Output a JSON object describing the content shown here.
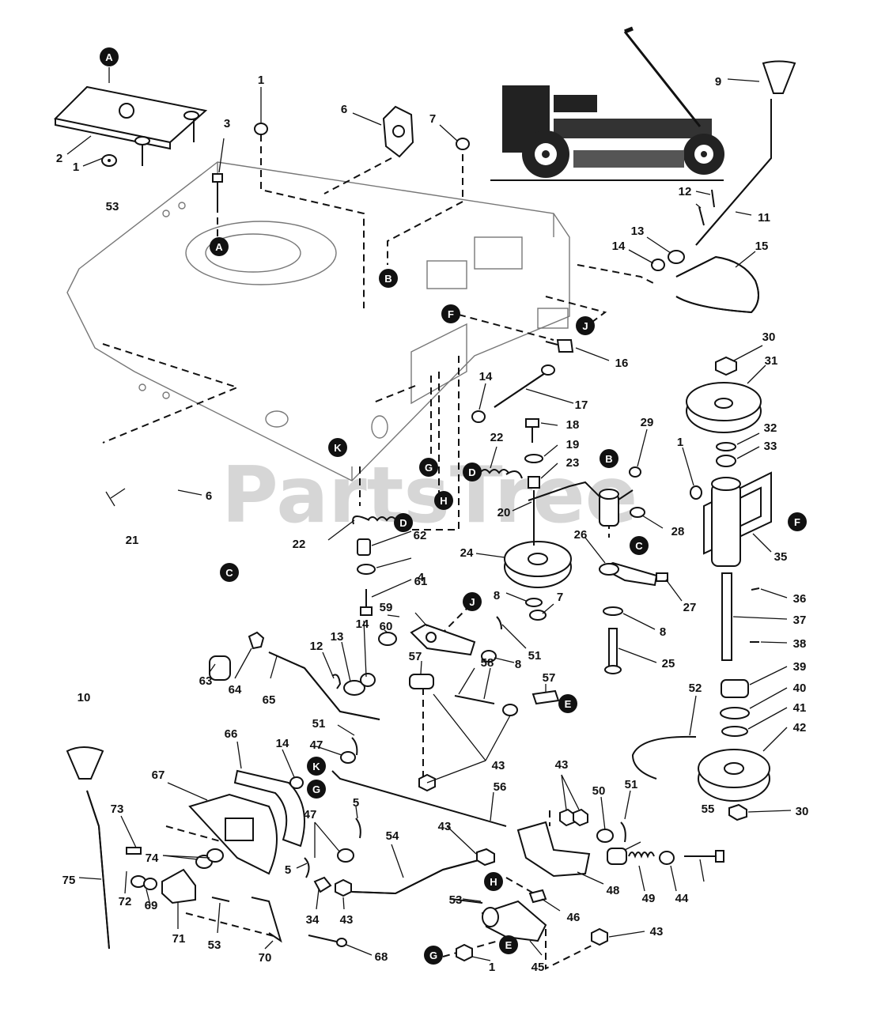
{
  "watermark": "PartsTree",
  "callouts": [
    {
      "id": "A1",
      "label": "A"
    },
    {
      "id": "A2",
      "label": "A"
    },
    {
      "id": "B1",
      "label": "B"
    },
    {
      "id": "B2",
      "label": "B"
    },
    {
      "id": "C1",
      "label": "C"
    },
    {
      "id": "C2",
      "label": "C"
    },
    {
      "id": "D1",
      "label": "D"
    },
    {
      "id": "D2",
      "label": "D"
    },
    {
      "id": "E1",
      "label": "E"
    },
    {
      "id": "E2",
      "label": "E"
    },
    {
      "id": "F1",
      "label": "F"
    },
    {
      "id": "F2",
      "label": "F"
    },
    {
      "id": "G1",
      "label": "G"
    },
    {
      "id": "G2",
      "label": "G"
    },
    {
      "id": "G3",
      "label": "G"
    },
    {
      "id": "H1",
      "label": "H"
    },
    {
      "id": "H2",
      "label": "H"
    },
    {
      "id": "J1",
      "label": "J"
    },
    {
      "id": "J2",
      "label": "J"
    },
    {
      "id": "K1",
      "label": "K"
    },
    {
      "id": "K2",
      "label": "K"
    }
  ],
  "part_numbers": [
    {
      "id": "p1a",
      "label": "1"
    },
    {
      "id": "p1b",
      "label": "1"
    },
    {
      "id": "p1c",
      "label": "1"
    },
    {
      "id": "p1d",
      "label": "1"
    },
    {
      "id": "p2",
      "label": "2"
    },
    {
      "id": "p3",
      "label": "3"
    },
    {
      "id": "p4",
      "label": "4"
    },
    {
      "id": "p5a",
      "label": "5"
    },
    {
      "id": "p5b",
      "label": "5"
    },
    {
      "id": "p6a",
      "label": "6"
    },
    {
      "id": "p6b",
      "label": "6"
    },
    {
      "id": "p7a",
      "label": "7"
    },
    {
      "id": "p7b",
      "label": "7"
    },
    {
      "id": "p8a",
      "label": "8"
    },
    {
      "id": "p8b",
      "label": "8"
    },
    {
      "id": "p8c",
      "label": "8"
    },
    {
      "id": "p9",
      "label": "9"
    },
    {
      "id": "p10",
      "label": "10"
    },
    {
      "id": "p11",
      "label": "11"
    },
    {
      "id": "p12a",
      "label": "12"
    },
    {
      "id": "p12b",
      "label": "12"
    },
    {
      "id": "p13a",
      "label": "13"
    },
    {
      "id": "p13b",
      "label": "13"
    },
    {
      "id": "p14a",
      "label": "14"
    },
    {
      "id": "p14b",
      "label": "14"
    },
    {
      "id": "p14c",
      "label": "14"
    },
    {
      "id": "p14d",
      "label": "14"
    },
    {
      "id": "p15",
      "label": "15"
    },
    {
      "id": "p16",
      "label": "16"
    },
    {
      "id": "p17",
      "label": "17"
    },
    {
      "id": "p18",
      "label": "18"
    },
    {
      "id": "p19",
      "label": "19"
    },
    {
      "id": "p20",
      "label": "20"
    },
    {
      "id": "p21",
      "label": "21"
    },
    {
      "id": "p22a",
      "label": "22"
    },
    {
      "id": "p22b",
      "label": "22"
    },
    {
      "id": "p23",
      "label": "23"
    },
    {
      "id": "p24",
      "label": "24"
    },
    {
      "id": "p25",
      "label": "25"
    },
    {
      "id": "p26",
      "label": "26"
    },
    {
      "id": "p27",
      "label": "27"
    },
    {
      "id": "p28",
      "label": "28"
    },
    {
      "id": "p29",
      "label": "29"
    },
    {
      "id": "p30a",
      "label": "30"
    },
    {
      "id": "p30b",
      "label": "30"
    },
    {
      "id": "p31",
      "label": "31"
    },
    {
      "id": "p32",
      "label": "32"
    },
    {
      "id": "p33",
      "label": "33"
    },
    {
      "id": "p34",
      "label": "34"
    },
    {
      "id": "p35",
      "label": "35"
    },
    {
      "id": "p36",
      "label": "36"
    },
    {
      "id": "p37",
      "label": "37"
    },
    {
      "id": "p38",
      "label": "38"
    },
    {
      "id": "p39",
      "label": "39"
    },
    {
      "id": "p40",
      "label": "40"
    },
    {
      "id": "p41",
      "label": "41"
    },
    {
      "id": "p42",
      "label": "42"
    },
    {
      "id": "p43a",
      "label": "43"
    },
    {
      "id": "p43b",
      "label": "43"
    },
    {
      "id": "p43c",
      "label": "43"
    },
    {
      "id": "p43d",
      "label": "43"
    },
    {
      "id": "p43e",
      "label": "43"
    },
    {
      "id": "p44",
      "label": "44"
    },
    {
      "id": "p45",
      "label": "45"
    },
    {
      "id": "p46",
      "label": "46"
    },
    {
      "id": "p47a",
      "label": "47"
    },
    {
      "id": "p47b",
      "label": "47"
    },
    {
      "id": "p48",
      "label": "48"
    },
    {
      "id": "p49",
      "label": "49"
    },
    {
      "id": "p50",
      "label": "50"
    },
    {
      "id": "p51a",
      "label": "51"
    },
    {
      "id": "p51b",
      "label": "51"
    },
    {
      "id": "p51c",
      "label": "51"
    },
    {
      "id": "p52",
      "label": "52"
    },
    {
      "id": "p53a",
      "label": "53"
    },
    {
      "id": "p53b",
      "label": "53"
    },
    {
      "id": "p53c",
      "label": "53"
    },
    {
      "id": "p54",
      "label": "54"
    },
    {
      "id": "p55",
      "label": "55"
    },
    {
      "id": "p56",
      "label": "56"
    },
    {
      "id": "p57a",
      "label": "57"
    },
    {
      "id": "p57b",
      "label": "57"
    },
    {
      "id": "p58",
      "label": "58"
    },
    {
      "id": "p59",
      "label": "59"
    },
    {
      "id": "p60",
      "label": "60"
    },
    {
      "id": "p61",
      "label": "61"
    },
    {
      "id": "p62",
      "label": "62"
    },
    {
      "id": "p63",
      "label": "63"
    },
    {
      "id": "p64",
      "label": "64"
    },
    {
      "id": "p65",
      "label": "65"
    },
    {
      "id": "p66",
      "label": "66"
    },
    {
      "id": "p67",
      "label": "67"
    },
    {
      "id": "p68",
      "label": "68"
    },
    {
      "id": "p69",
      "label": "69"
    },
    {
      "id": "p70",
      "label": "70"
    },
    {
      "id": "p71",
      "label": "71"
    },
    {
      "id": "p72",
      "label": "72"
    },
    {
      "id": "p73",
      "label": "73"
    },
    {
      "id": "p74",
      "label": "74"
    },
    {
      "id": "p75",
      "label": "75"
    }
  ]
}
